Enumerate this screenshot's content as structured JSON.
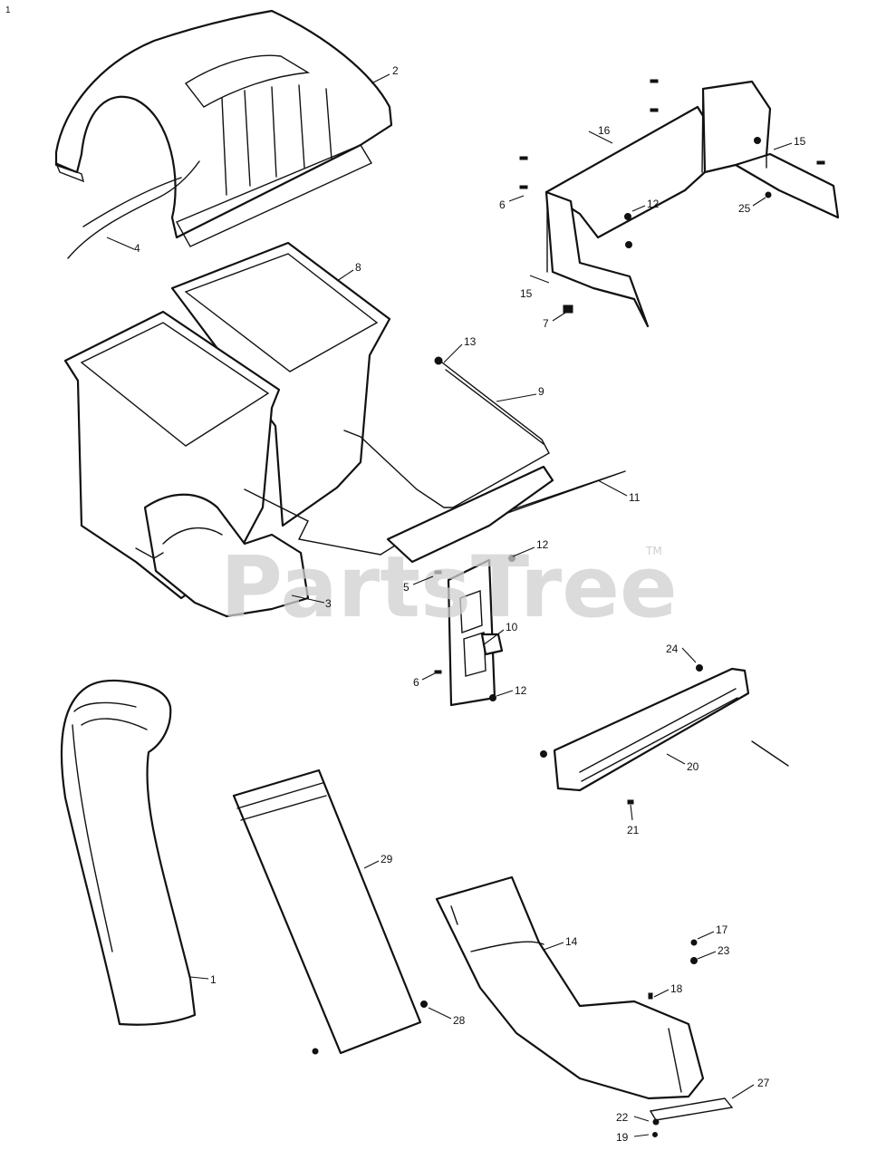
{
  "page_number": "1",
  "watermark": {
    "text": "PartsTree",
    "trademark": "TM"
  },
  "callouts": {
    "c1": "1",
    "c2": "2",
    "c3": "3",
    "c4": "4",
    "c5": "5",
    "c6a": "6",
    "c6b": "6",
    "c7": "7",
    "c8": "8",
    "c9": "9",
    "c10": "10",
    "c11": "11",
    "c12a": "12",
    "c12b": "12",
    "c12c": "12",
    "c13": "13",
    "c14": "14",
    "c15a": "15",
    "c15b": "15",
    "c16": "16",
    "c17": "17",
    "c18": "18",
    "c19": "19",
    "c20": "20",
    "c21": "21",
    "c22": "22",
    "c23": "23",
    "c24": "24",
    "c25": "25",
    "c27": "27",
    "c28": "28",
    "c29": "29"
  }
}
